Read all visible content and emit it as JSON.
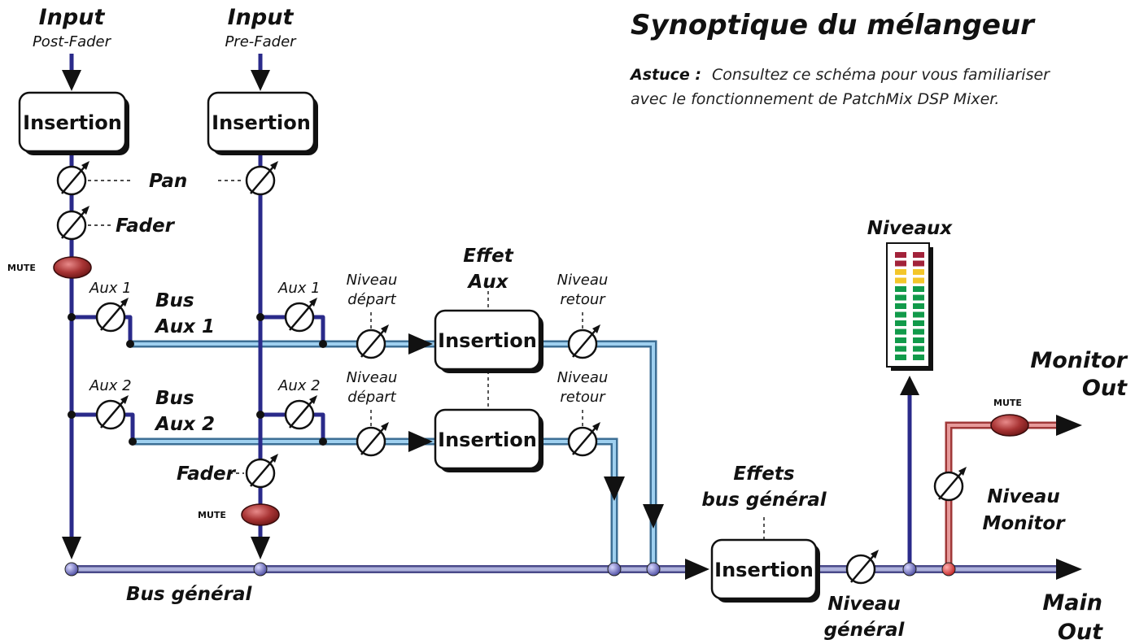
{
  "header": {
    "title": "Synoptique du mélangeur",
    "tip_label": "Astuce :",
    "tip_line1": "Consultez ce schéma pour vous familiariser",
    "tip_line2": "avec le fonctionnement de PatchMix DSP Mixer."
  },
  "inputs": {
    "post_title": "Input",
    "post_sub": "Post-Fader",
    "pre_title": "Input",
    "pre_sub": "Pre-Fader"
  },
  "insertion_label": "Insertion",
  "labels": {
    "pan": "Pan",
    "fader_left": "Fader",
    "fader_mid": "Fader",
    "mute": "MUTE",
    "aux1": "Aux 1",
    "aux2": "Aux 2",
    "bus_aux1_a": "Bus",
    "bus_aux1_b": "Aux 1",
    "bus_aux2_a": "Bus",
    "bus_aux2_b": "Aux 2",
    "niveau": "Niveau",
    "depart": "départ",
    "retour": "retour",
    "effet_a": "Effet",
    "effet_b": "Aux",
    "effets_bus_a": "Effets",
    "effets_bus_b": "bus général",
    "bus_general": "Bus général",
    "niveau_general_a": "Niveau",
    "niveau_general_b": "général",
    "niveaux": "Niveaux",
    "monitor_out_a": "Monitor",
    "monitor_out_b": "Out",
    "niveau_monitor_a": "Niveau",
    "niveau_monitor_b": "Monitor",
    "main_out_a": "Main",
    "main_out_b": "Out"
  },
  "colors": {
    "channel_line": "#2a2a8a",
    "aux_bus": "#9fd0ef",
    "main_bus": "#aeb2dc",
    "monitor_bus": "#e69a9a",
    "mute_button": "#a83434",
    "meter_red": "#a2223a",
    "meter_yellow": "#f3c62a",
    "meter_green": "#119a4a"
  }
}
